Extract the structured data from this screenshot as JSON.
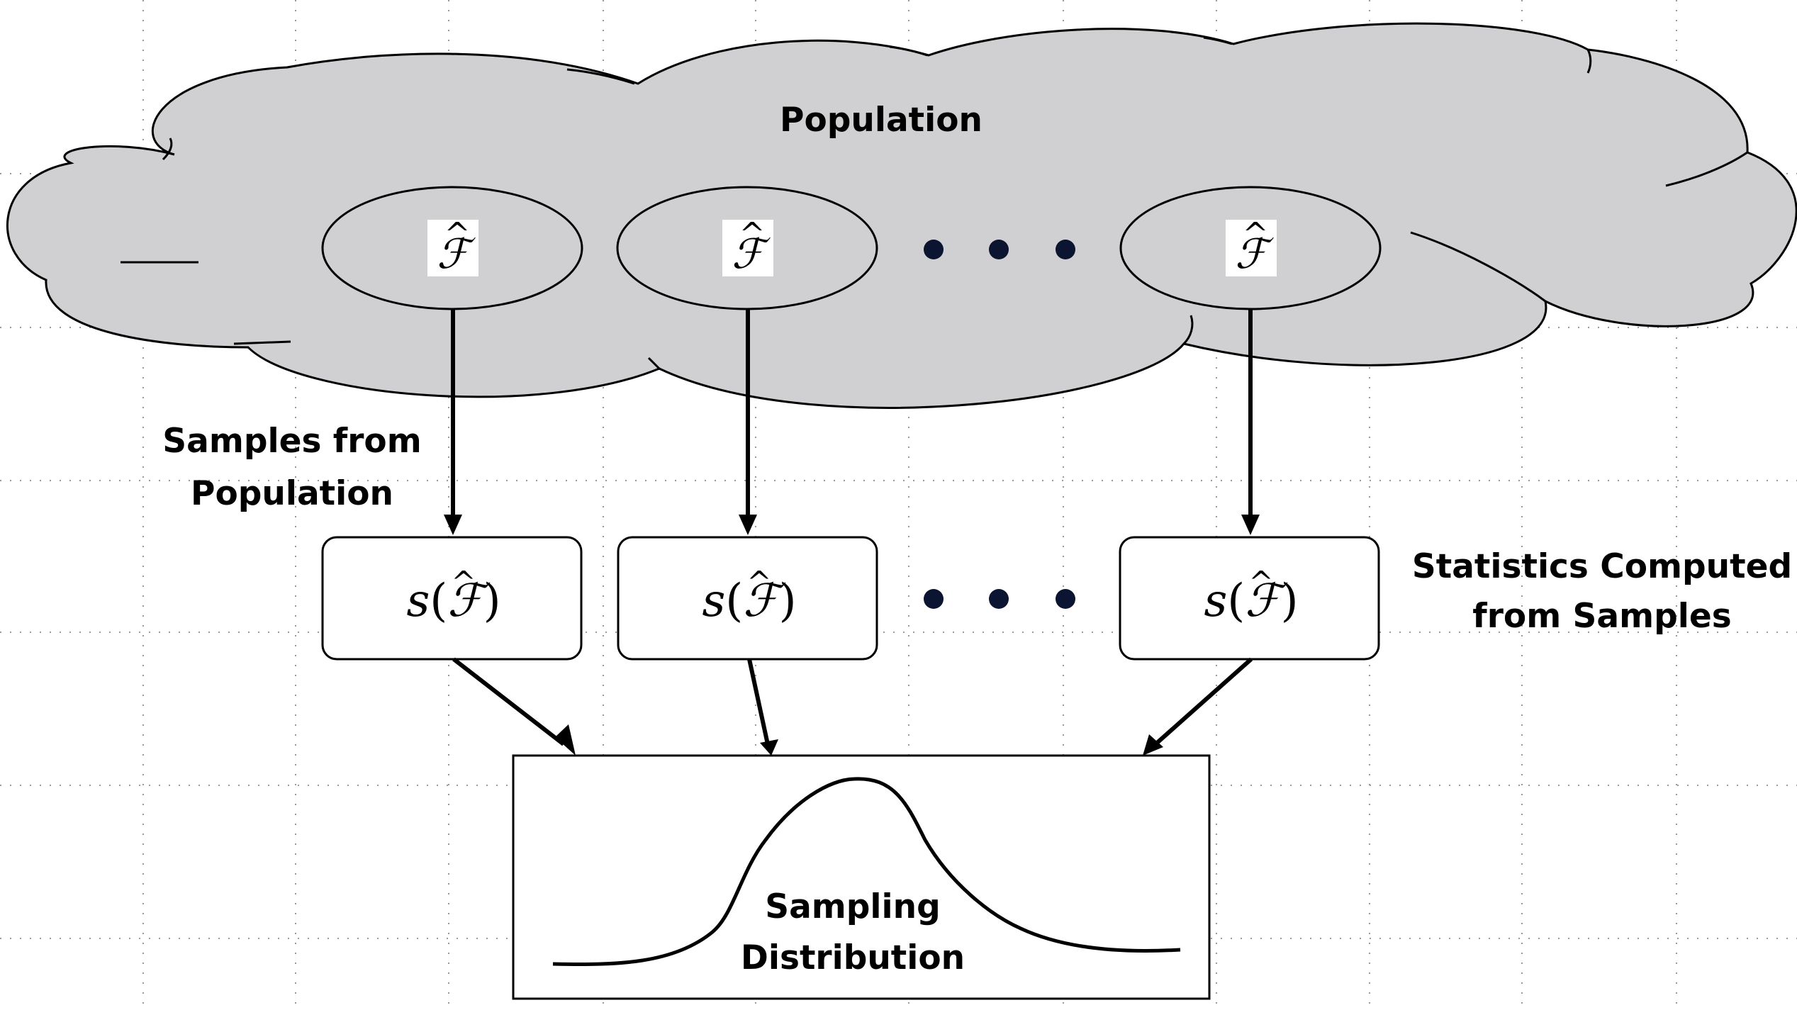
{
  "labels": {
    "population": "Population",
    "samples_line1": "Samples from",
    "samples_line2": "Population",
    "statistics_line1": "Statistics Computed",
    "statistics_line2": "from Samples",
    "sampling_line1": "Sampling",
    "sampling_line2": "Distribution"
  },
  "math": {
    "sample_symbol": "ℱ",
    "hat": "^",
    "statistic_fn": "s",
    "open_paren": "(",
    "close_paren": ")"
  },
  "colors": {
    "cloud_fill": "#d0cfd1",
    "stroke": "#000000",
    "dots": "#0b1430",
    "grid": "#9a9a9a"
  }
}
